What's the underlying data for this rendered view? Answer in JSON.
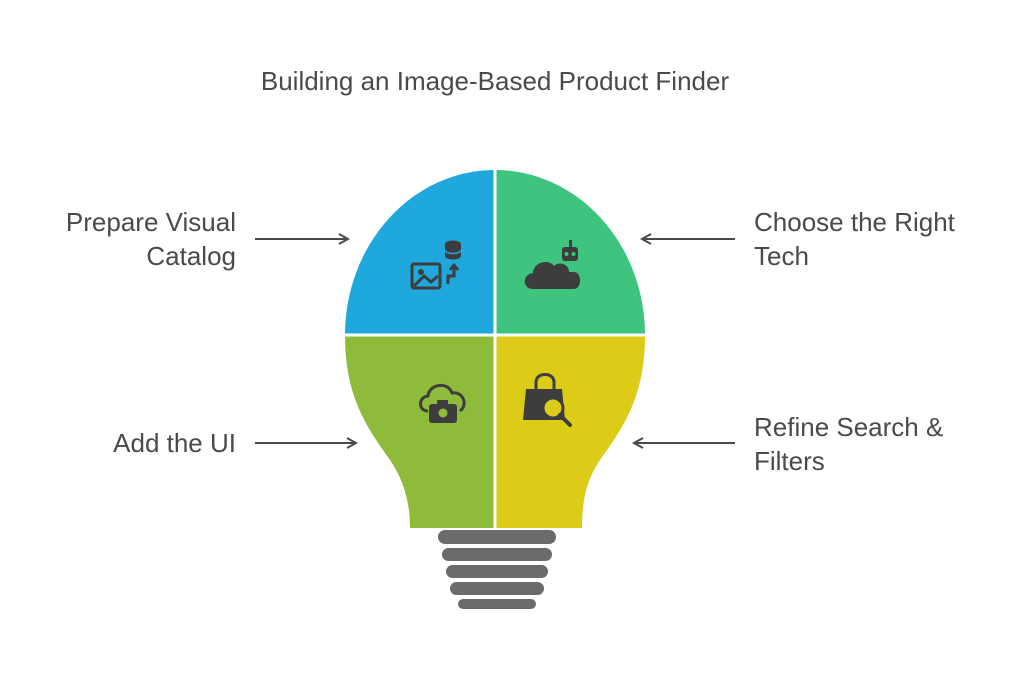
{
  "title": "Building an Image-Based Product Finder",
  "quadrants": {
    "top_left": {
      "lines": [
        "Prepare Visual",
        "Catalog"
      ],
      "icon": "image-database-upload-icon",
      "color": "#1fa8dc"
    },
    "top_right": {
      "lines": [
        "Choose the Right",
        "Tech"
      ],
      "icon": "cloud-robot-icon",
      "color": "#3ec47f"
    },
    "bottom_left": {
      "lines": [
        "Add the UI"
      ],
      "icon": "cloud-camera-icon",
      "color": "#8fbb3a"
    },
    "bottom_right": {
      "lines": [
        "Refine Search &",
        "Filters"
      ],
      "icon": "shopping-bag-search-icon",
      "color": "#dccb17"
    }
  },
  "colors": {
    "text": "#4a4a4a",
    "base": "#6b6b6b",
    "icon": "#3d3d3d",
    "arrow": "#4a4a4a"
  }
}
